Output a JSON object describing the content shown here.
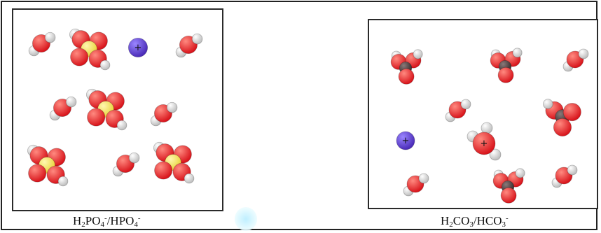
{
  "figure": {
    "left_panel": {
      "caption": {
        "parts": [
          {
            "t": "H",
            "s": ""
          },
          {
            "t": "2",
            "s": "sub"
          },
          {
            "t": "PO",
            "s": ""
          },
          {
            "t": "4",
            "s": "sub"
          },
          {
            "t": "-",
            "s": "sup"
          },
          {
            "t": "/HPO",
            "s": ""
          },
          {
            "t": "4",
            "s": "sub"
          },
          {
            "t": "-",
            "s": "sup"
          }
        ]
      },
      "molecules": [
        "water",
        "phosphate",
        "cation",
        "water",
        "water",
        "phosphate",
        "water",
        "phosphate",
        "water",
        "phosphate"
      ],
      "cation_sign": "+"
    },
    "right_panel": {
      "caption": {
        "parts": [
          {
            "t": "H",
            "s": ""
          },
          {
            "t": "2",
            "s": "sub"
          },
          {
            "t": "CO",
            "s": ""
          },
          {
            "t": "3",
            "s": "sub"
          },
          {
            "t": "/HCO",
            "s": ""
          },
          {
            "t": "3",
            "s": "sub"
          },
          {
            "t": "-",
            "s": "sup"
          }
        ]
      },
      "molecules": [
        "carbonic-acid",
        "carbonic-acid",
        "water",
        "water",
        "bicarbonate",
        "cation",
        "hydronium",
        "water",
        "carbonic-acid",
        "water"
      ],
      "cation_sign": "+",
      "hydronium_sign": "+"
    },
    "colors": {
      "oxygen": "#d8141b",
      "hydrogen": "#eeeeee",
      "phosphorus": "#e9d43a",
      "carbon": "#3a2a2a",
      "cation": "#4a2bb8"
    }
  }
}
